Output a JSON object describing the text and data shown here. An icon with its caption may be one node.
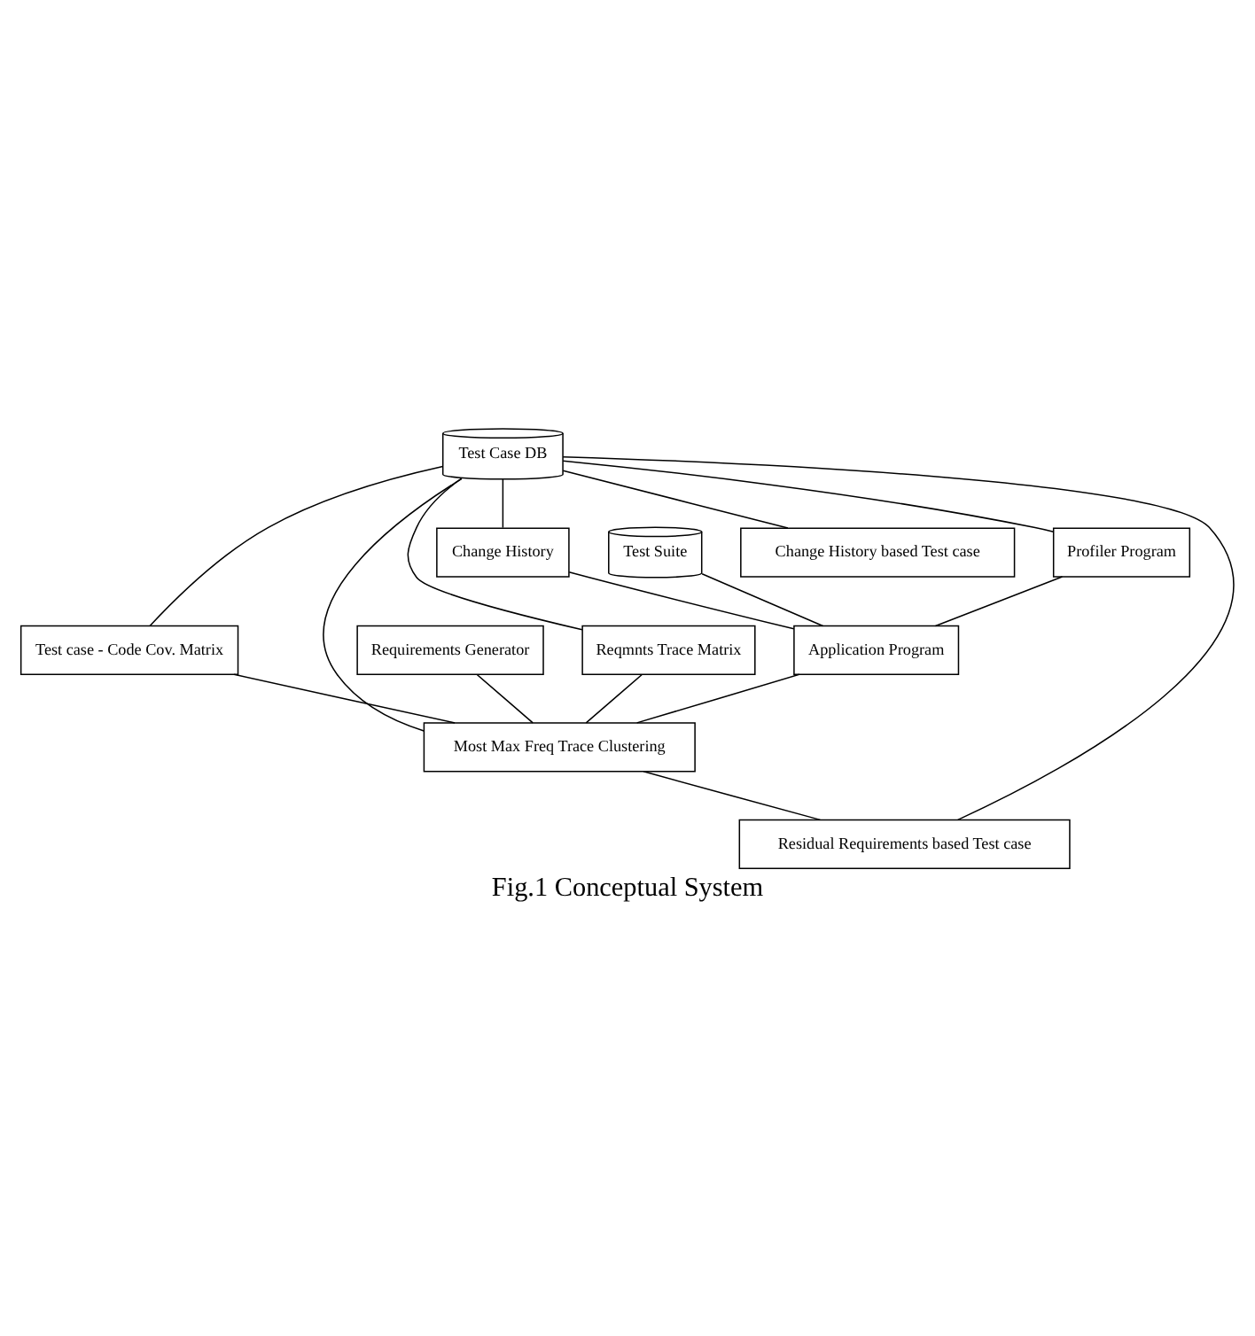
{
  "diagram": {
    "caption": "Fig.1 Conceptual System",
    "nodes": [
      {
        "text": [
          "Test Case DB"
        ]
      },
      {
        "text": [
          "Change History"
        ]
      },
      {
        "text": [
          "Profiler Program"
        ]
      },
      {
        "text": [
          "Reqmnts Trace Matrix"
        ]
      },
      {
        "text": [
          "Test case - Code Cov. Matrix"
        ]
      },
      {
        "text": [
          "Test Suite"
        ]
      },
      {
        "text": [
          "Application Program"
        ]
      },
      {
        "text": [
          "Requirements Generator"
        ]
      },
      {
        "text": [
          "Most Max Freq Trace Clustering"
        ]
      },
      {
        "text": [
          "Residual Requirements based Test case"
        ]
      },
      {
        "text": [
          "Change History based Test case"
        ]
      }
    ],
    "edges": [
      {
        "from": 0,
        "to": 3,
        "arrow": "none"
      },
      {
        "from": 0,
        "to": 4,
        "arrow": "none"
      },
      {
        "from": 0,
        "to": 1,
        "arrow": "none"
      },
      {
        "from": 0,
        "to": 2,
        "arrow": "none"
      },
      {
        "from": 1,
        "to": 6,
        "arrow": "none"
      },
      {
        "from": 2,
        "to": 6,
        "arrow": "none"
      },
      {
        "from": 5,
        "to": 6,
        "arrow": "none"
      },
      {
        "from": 6,
        "to": 8,
        "arrow": "none"
      },
      {
        "from": 3,
        "to": 8,
        "arrow": "none"
      },
      {
        "from": 7,
        "to": 8,
        "arrow": "none"
      },
      {
        "from": 4,
        "to": 8,
        "arrow": "none"
      },
      {
        "from": 8,
        "to": 9,
        "arrow": "none"
      },
      {
        "from": 0,
        "to": 8,
        "arrow": "none"
      },
      {
        "from": 0,
        "to": 9,
        "arrow": "none"
      },
      {
        "from": 0,
        "to": 10,
        "arrow": "none"
      }
    ]
  }
}
